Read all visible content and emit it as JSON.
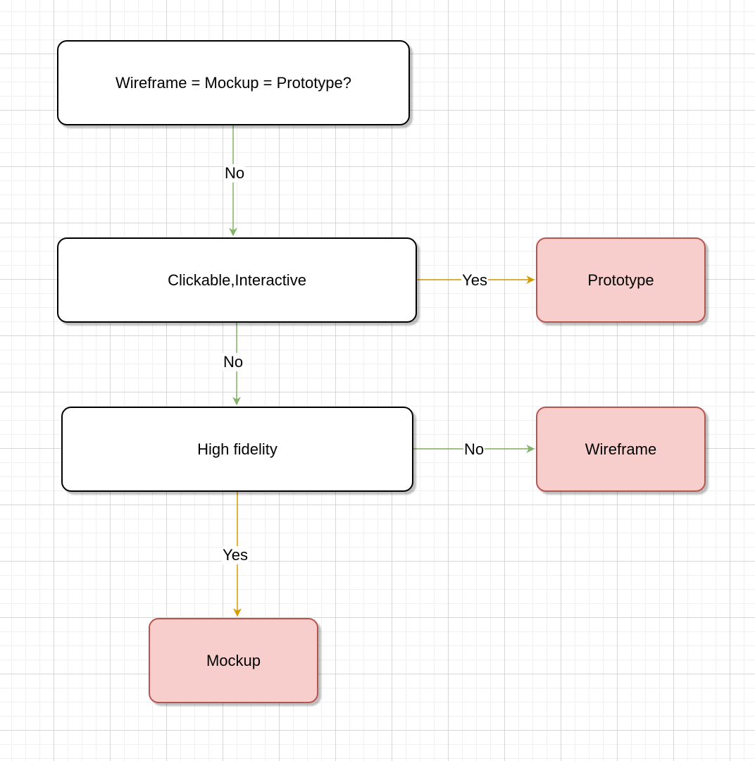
{
  "colors": {
    "no_edge": "#82b366",
    "yes_edge": "#d79b00",
    "question_fill": "#ffffff",
    "question_stroke": "#000000",
    "answer_fill": "#f8cecc",
    "answer_stroke": "#b85450"
  },
  "nodes": {
    "q1": "Wireframe = Mockup = Prototype?",
    "q2": "Clickable,Interactive",
    "q3": "High fidelity",
    "prototype": "Prototype",
    "wireframe": "Wireframe",
    "mockup": "Mockup"
  },
  "edges": [
    {
      "from": "q1",
      "to": "q2",
      "label": "No",
      "kind": "no"
    },
    {
      "from": "q2",
      "to": "prototype",
      "label": "Yes",
      "kind": "yes"
    },
    {
      "from": "q2",
      "to": "q3",
      "label": "No",
      "kind": "no"
    },
    {
      "from": "q3",
      "to": "wireframe",
      "label": "No",
      "kind": "no"
    },
    {
      "from": "q3",
      "to": "mockup",
      "label": "Yes",
      "kind": "yes"
    }
  ]
}
